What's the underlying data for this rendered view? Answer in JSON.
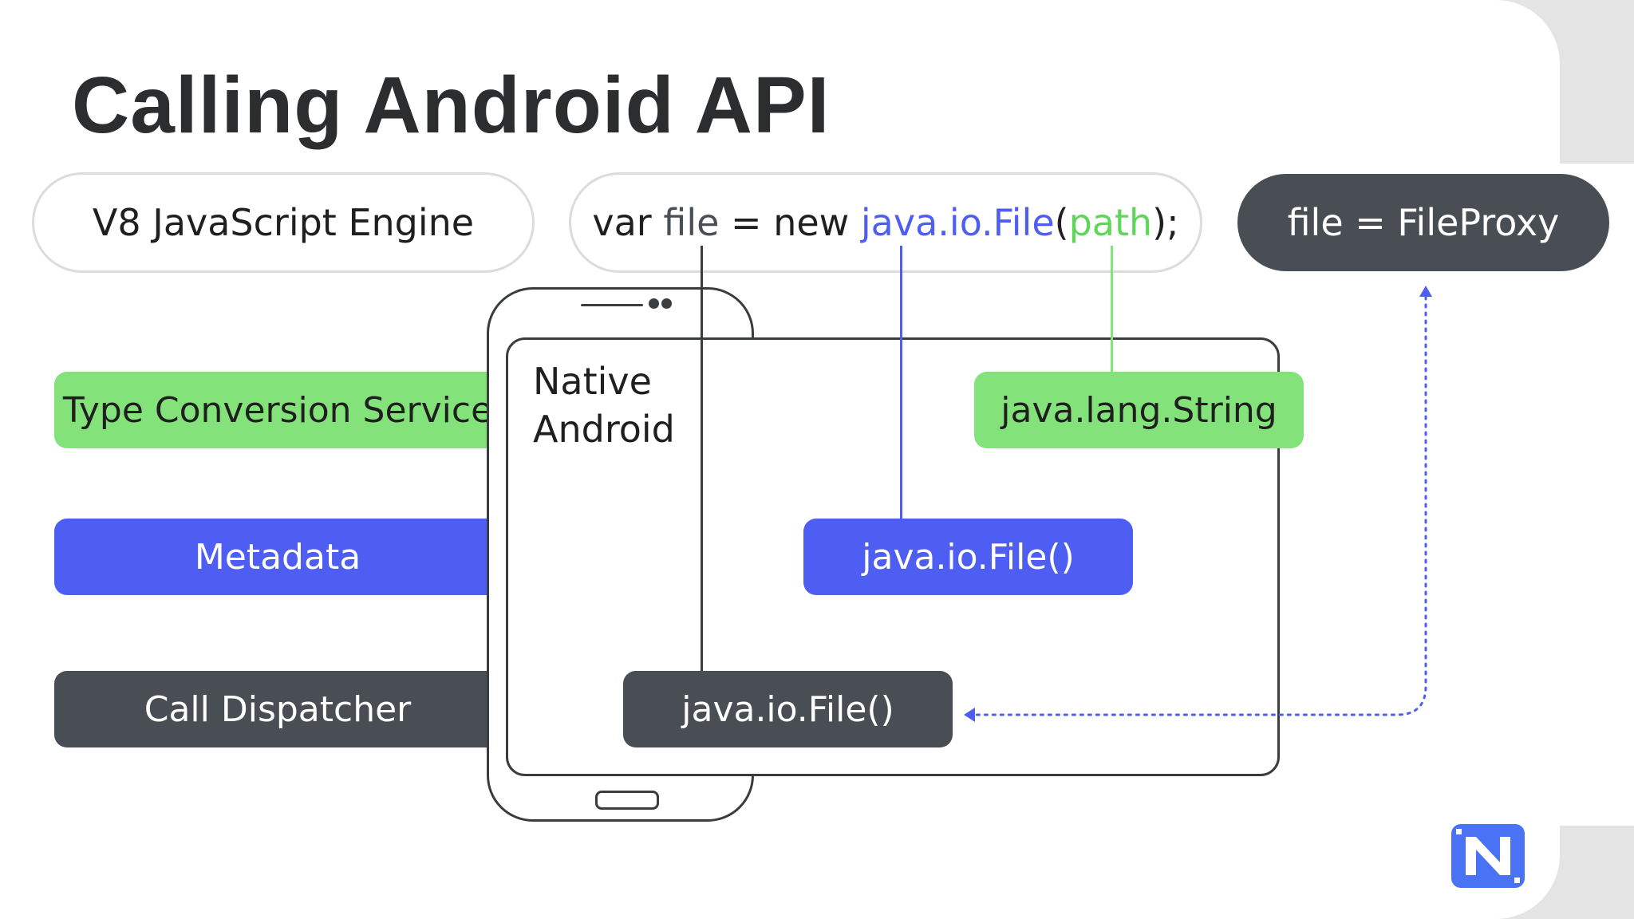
{
  "title": "Calling Android API",
  "engine_label": "V8 JavaScript Engine",
  "code": {
    "part1": "var ",
    "part2": "file",
    "part3": " = new ",
    "part4": "java.io.File",
    "part5": "(",
    "part6": "path",
    "part7": ");"
  },
  "proxy_label": "file = FileProxy",
  "services": {
    "type_conversion": "Type Conversion Service",
    "metadata": "Metadata",
    "call_dispatcher": "Call Dispatcher"
  },
  "native": {
    "line1": "Native",
    "line2": "Android"
  },
  "native_boxes": {
    "string": "java.lang.String",
    "file_blue": "java.io.File()",
    "file_dark": "java.io.File()"
  },
  "colors": {
    "green": "#84e27a",
    "blue": "#4f5ef2",
    "dark": "#484e53",
    "background": "#ffffff"
  }
}
